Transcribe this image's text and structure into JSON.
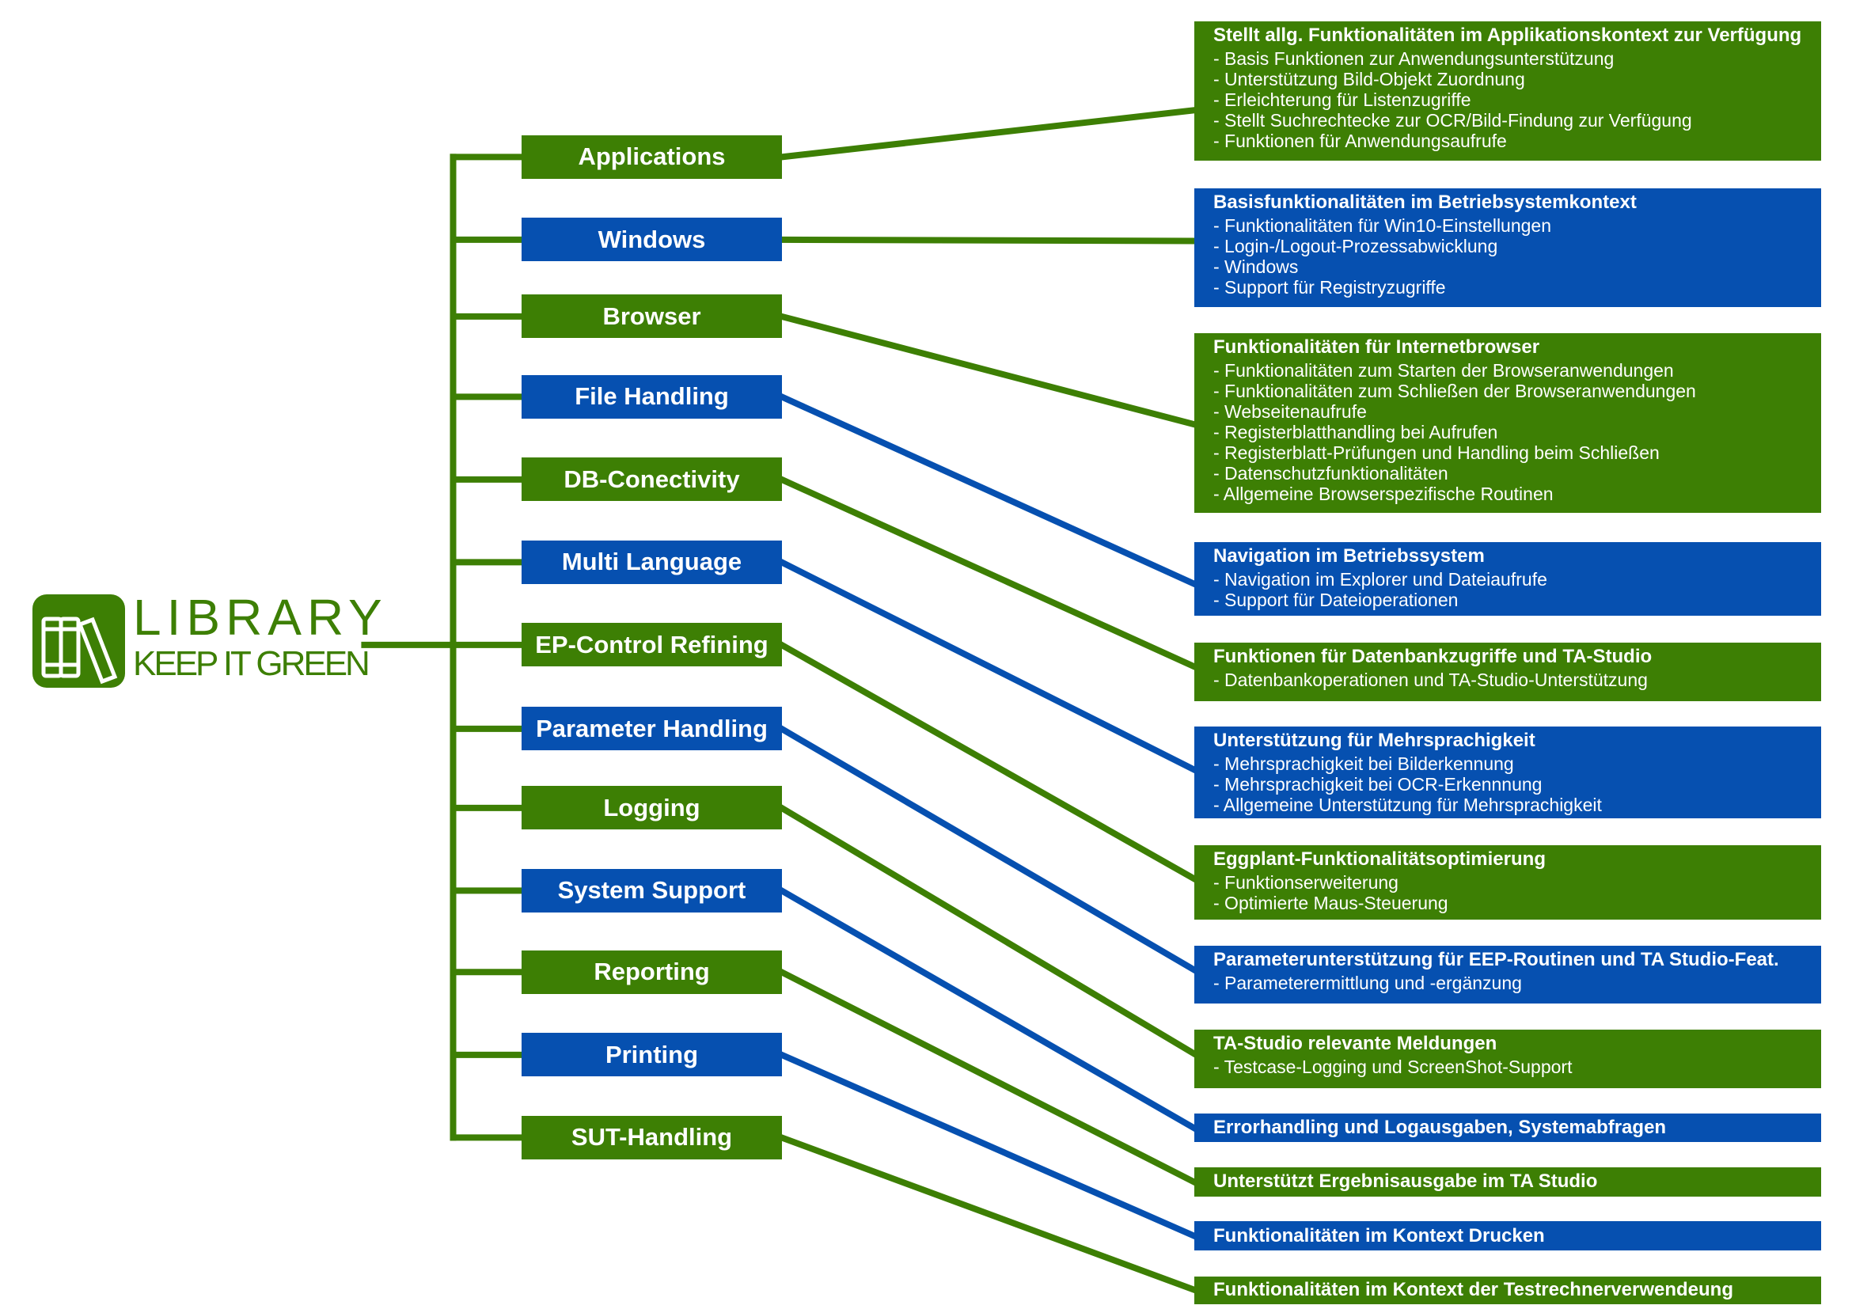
{
  "logo": {
    "icon": "library-books-icon",
    "title": "LIBRARY",
    "subtitle": "KEEP IT GREEN"
  },
  "colors": {
    "green": "#3d7f04",
    "blue": "#0650b0",
    "background": "#ffffff"
  },
  "nodes": [
    {
      "label": "Applications",
      "color": "green",
      "line_color": "green"
    },
    {
      "label": "Windows",
      "color": "blue",
      "line_color": "green"
    },
    {
      "label": "Browser",
      "color": "green",
      "line_color": "green"
    },
    {
      "label": "File Handling",
      "color": "blue",
      "line_color": "blue"
    },
    {
      "label": "DB-Conectivity",
      "color": "green",
      "line_color": "green"
    },
    {
      "label": "Multi Language",
      "color": "blue",
      "line_color": "blue"
    },
    {
      "label": "EP-Control Refining",
      "color": "green",
      "line_color": "green"
    },
    {
      "label": "Parameter Handling",
      "color": "blue",
      "line_color": "blue"
    },
    {
      "label": "Logging",
      "color": "green",
      "line_color": "green"
    },
    {
      "label": "System Support",
      "color": "blue",
      "line_color": "blue"
    },
    {
      "label": "Reporting",
      "color": "green",
      "line_color": "green"
    },
    {
      "label": "Printing",
      "color": "blue",
      "line_color": "blue"
    },
    {
      "label": "SUT-Handling",
      "color": "green",
      "line_color": "green"
    }
  ],
  "descriptions": [
    {
      "title": "Stellt allg. Funktionalitäten im Applikationskontext zur Verfügung",
      "color": "green",
      "items": [
        "- Basis Funktionen zur Anwendungsunterstützung",
        "- Unterstützung Bild-Objekt Zuordnung",
        "- Erleichterung für Listenzugriffe",
        "- Stellt Suchrechtecke zur OCR/Bild-Findung zur Verfügung",
        "- Funktionen für Anwendungsaufrufe"
      ]
    },
    {
      "title": "Basisfunktionalitäten im Betriebsystemkontext",
      "color": "blue",
      "items": [
        "- Funktionalitäten für Win10-Einstellungen",
        "- Login-/Logout-Prozessabwicklung",
        "- Windows",
        "- Support für Registryzugriffe"
      ]
    },
    {
      "title": "Funktionalitäten für Internetbrowser",
      "color": "green",
      "items": [
        "- Funktionalitäten zum Starten der Browseranwendungen",
        "- Funktionalitäten zum Schließen der Browseranwendungen",
        "- Webseitenaufrufe",
        "- Registerblatthandling bei Aufrufen",
        "- Registerblatt-Prüfungen und Handling beim Schließen",
        "- Datenschutzfunktionalitäten",
        "- Allgemeine Browserspezifische Routinen"
      ]
    },
    {
      "title": "Navigation im Betriebssystem",
      "color": "blue",
      "items": [
        "- Navigation im Explorer und Dateiaufrufe",
        "- Support für Dateioperationen"
      ]
    },
    {
      "title": "Funktionen für Datenbankzugriffe und TA-Studio",
      "color": "green",
      "items": [
        "- Datenbankoperationen und TA-Studio-Unterstützung"
      ]
    },
    {
      "title": "Unterstützung für Mehrsprachigkeit",
      "color": "blue",
      "items": [
        "- Mehrsprachigkeit bei Bilderkennung",
        "- Mehrsprachigkeit bei OCR-Erkennnung",
        "- Allgemeine Unterstützung für Mehrsprachigkeit"
      ]
    },
    {
      "title": "Eggplant-Funktionalitätsoptimierung",
      "color": "green",
      "items": [
        "- Funktionserweiterung",
        "- Optimierte Maus-Steuerung"
      ]
    },
    {
      "title": "Parameterunterstützung für EEP-Routinen und TA Studio-Feat.",
      "color": "blue",
      "items": [
        "- Parameterermittlung und -ergänzung"
      ]
    },
    {
      "title": "TA-Studio relevante Meldungen",
      "color": "green",
      "items": [
        "- Testcase-Logging und ScreenShot-Support"
      ]
    },
    {
      "title": "Errorhandling und Logausgaben, Systemabfragen",
      "color": "blue",
      "items": []
    },
    {
      "title": "Unterstützt Ergebnisausgabe im TA Studio",
      "color": "green",
      "items": []
    },
    {
      "title": "Funktionalitäten im Kontext Drucken",
      "color": "blue",
      "items": []
    },
    {
      "title": "Funktionalitäten im Kontext der Testrechnerverwendeung",
      "color": "green",
      "items": []
    }
  ]
}
